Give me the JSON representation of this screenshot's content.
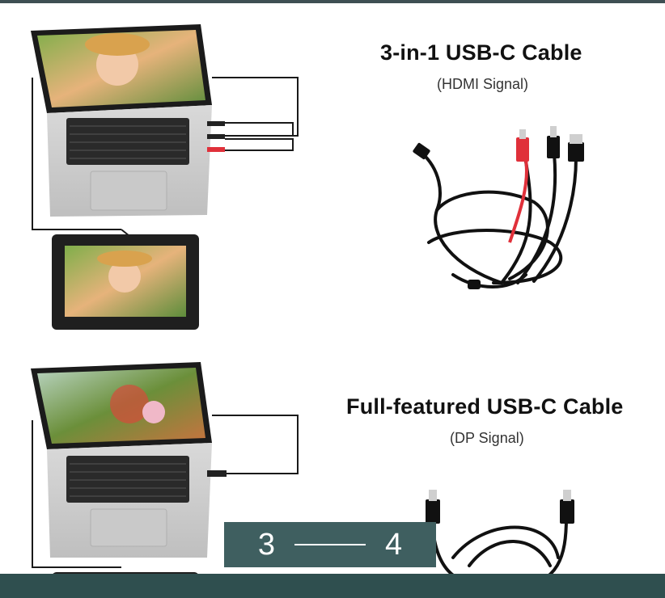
{
  "products": [
    {
      "title": "3-in-1 USB-C Cable",
      "subtitle": "(HDMI Signal)"
    },
    {
      "title": "Full-featured USB-C Cable",
      "subtitle": "(DP Signal)"
    }
  ],
  "pager": {
    "current": "3",
    "next": "4"
  },
  "colors": {
    "accent": "#3f5f60",
    "bottom_bar": "#2f4f4f",
    "cable": "#111111",
    "red_cable": "#e0303a"
  }
}
